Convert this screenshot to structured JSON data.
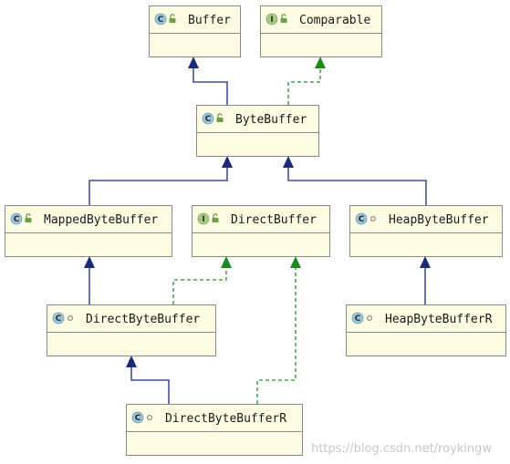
{
  "nodes": [
    {
      "id": "Buffer",
      "label": "Buffer",
      "kind": "class",
      "modifier": "public"
    },
    {
      "id": "Comparable",
      "label": "Comparable",
      "kind": "interface",
      "modifier": "public"
    },
    {
      "id": "ByteBuffer",
      "label": "ByteBuffer",
      "kind": "class",
      "modifier": "public"
    },
    {
      "id": "MappedByteBuffer",
      "label": "MappedByteBuffer",
      "kind": "class",
      "modifier": "public"
    },
    {
      "id": "DirectBuffer",
      "label": "DirectBuffer",
      "kind": "interface",
      "modifier": "public"
    },
    {
      "id": "HeapByteBuffer",
      "label": "HeapByteBuffer",
      "kind": "class",
      "modifier": "package"
    },
    {
      "id": "DirectByteBuffer",
      "label": "DirectByteBuffer",
      "kind": "class",
      "modifier": "package"
    },
    {
      "id": "HeapByteBufferR",
      "label": "HeapByteBufferR",
      "kind": "class",
      "modifier": "package"
    },
    {
      "id": "DirectByteBufferR",
      "label": "DirectByteBufferR",
      "kind": "class",
      "modifier": "package"
    }
  ],
  "edges": [
    {
      "from": "ByteBuffer",
      "to": "Buffer",
      "type": "extends"
    },
    {
      "from": "ByteBuffer",
      "to": "Comparable",
      "type": "implements"
    },
    {
      "from": "MappedByteBuffer",
      "to": "ByteBuffer",
      "type": "extends"
    },
    {
      "from": "HeapByteBuffer",
      "to": "ByteBuffer",
      "type": "extends"
    },
    {
      "from": "DirectByteBuffer",
      "to": "MappedByteBuffer",
      "type": "extends"
    },
    {
      "from": "DirectByteBuffer",
      "to": "DirectBuffer",
      "type": "implements"
    },
    {
      "from": "HeapByteBufferR",
      "to": "HeapByteBuffer",
      "type": "extends"
    },
    {
      "from": "DirectByteBufferR",
      "to": "DirectByteBuffer",
      "type": "extends"
    },
    {
      "from": "DirectByteBufferR",
      "to": "DirectBuffer",
      "type": "implements"
    }
  ],
  "badges": {
    "class_letter": "C",
    "interface_letter": "I"
  },
  "colors": {
    "box_fill": "#fefde4",
    "extends_line": "#1c2a7a",
    "implements_line": "#2d8a2d"
  },
  "watermark": "https://blog.csdn.net/roykingw"
}
